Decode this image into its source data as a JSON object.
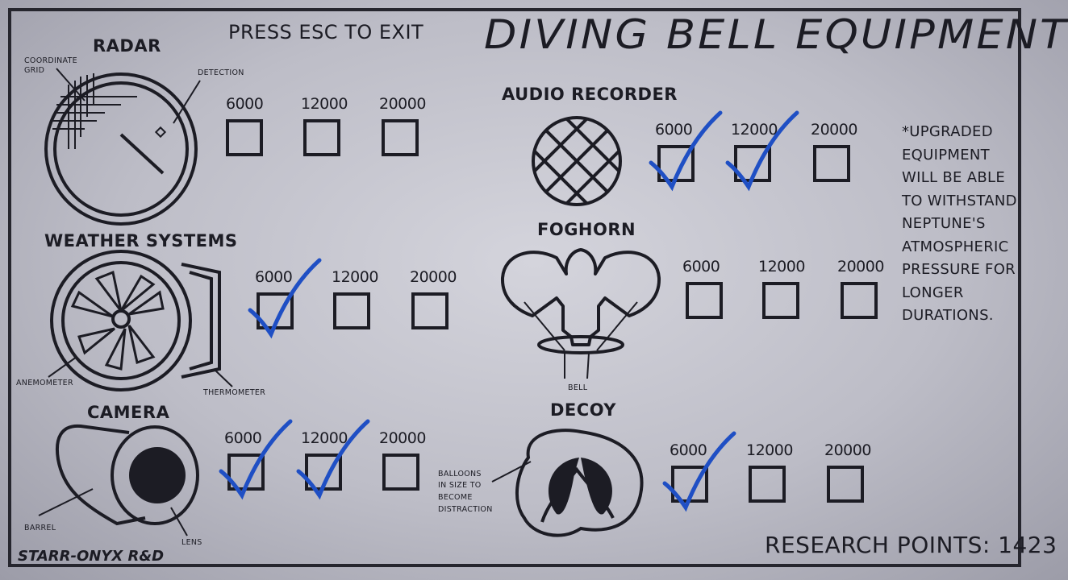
{
  "title": "DIVING BELL EQUIPMENT",
  "exit_hint": "PRESS ESC TO EXIT",
  "research_points": "RESEARCH POINTS: 1423",
  "studio": "STARR-ONYX R&D",
  "note": "*UPGRADED\nEQUIPMENT\nWILL BE ABLE\nTO WITHSTAND\nNEPTUNE'S\nATMOSPHERIC\nPRESSURE FOR\nLONGER\nDURATIONS.",
  "colors": {
    "check": "#1f4fc4",
    "ink": "#1c1c24"
  },
  "tiers": [
    "6000",
    "12000",
    "20000"
  ],
  "equipment": [
    {
      "name": "RADAR",
      "icon": "radar-icon",
      "labels": [
        "COORDINATE GRID",
        "DETECTION"
      ],
      "upgrades": [
        false,
        false,
        false
      ]
    },
    {
      "name": "WEATHER SYSTEMS",
      "icon": "weather-systems-icon",
      "labels": [
        "ANEMOMETER",
        "THERMOMETER"
      ],
      "upgrades": [
        true,
        false,
        false
      ]
    },
    {
      "name": "CAMERA",
      "icon": "camera-icon",
      "labels": [
        "BARREL",
        "LENS"
      ],
      "upgrades": [
        true,
        true,
        false
      ]
    },
    {
      "name": "AUDIO RECORDER",
      "icon": "audio-recorder-icon",
      "labels": [],
      "upgrades": [
        true,
        true,
        false
      ]
    },
    {
      "name": "FOGHORN",
      "icon": "foghorn-icon",
      "labels": [
        "BELL"
      ],
      "upgrades": [
        false,
        false,
        false
      ]
    },
    {
      "name": "DECOY",
      "icon": "decoy-icon",
      "labels": [
        "BALLOONS",
        "IN SIZE TO",
        "BECOME",
        "DISTRACTION"
      ],
      "upgrades": [
        true,
        false,
        false
      ]
    }
  ]
}
